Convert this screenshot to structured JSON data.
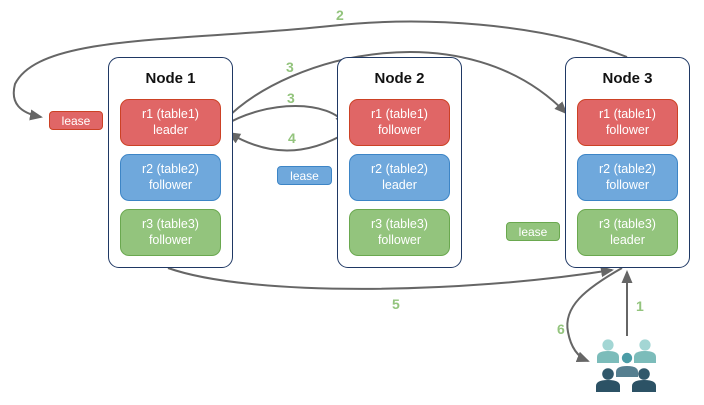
{
  "colors": {
    "red_fill": "#e06666",
    "red_border": "#cc4125",
    "blue_fill": "#6fa8dc",
    "blue_border": "#3d85c6",
    "green_fill": "#93c47d",
    "green_border": "#6aa84f",
    "node_border": "#1f3864",
    "arrow": "#666666",
    "step_label": "#93c47d",
    "user_back_head": "#a3d6d4",
    "user_back_body": "#7cbcba",
    "user_mid_head": "#4b9ca6",
    "user_mid_body": "#567f90",
    "user_front_head": "#31586b",
    "user_front_body": "#2c5265"
  },
  "nodes": [
    {
      "title": "Node 1",
      "replicas": [
        {
          "name": "r1 (table1)",
          "role": "leader"
        },
        {
          "name": "r2 (table2)",
          "role": "follower"
        },
        {
          "name": "r3 (table3)",
          "role": "follower"
        }
      ]
    },
    {
      "title": "Node 2",
      "replicas": [
        {
          "name": "r1 (table1)",
          "role": "follower"
        },
        {
          "name": "r2 (table2)",
          "role": "leader"
        },
        {
          "name": "r3 (table3)",
          "role": "follower"
        }
      ]
    },
    {
      "title": "Node 3",
      "replicas": [
        {
          "name": "r1 (table1)",
          "role": "follower"
        },
        {
          "name": "r2 (table2)",
          "role": "follower"
        },
        {
          "name": "r3 (table3)",
          "role": "leader"
        }
      ]
    }
  ],
  "leases": {
    "red": "lease",
    "blue": "lease",
    "green": "lease"
  },
  "steps": {
    "s1": "1",
    "s2": "2",
    "s3_long": "3",
    "s3_short": "3",
    "s4": "4",
    "s5": "5",
    "s6": "6"
  },
  "icons": {
    "users": "users-group"
  }
}
